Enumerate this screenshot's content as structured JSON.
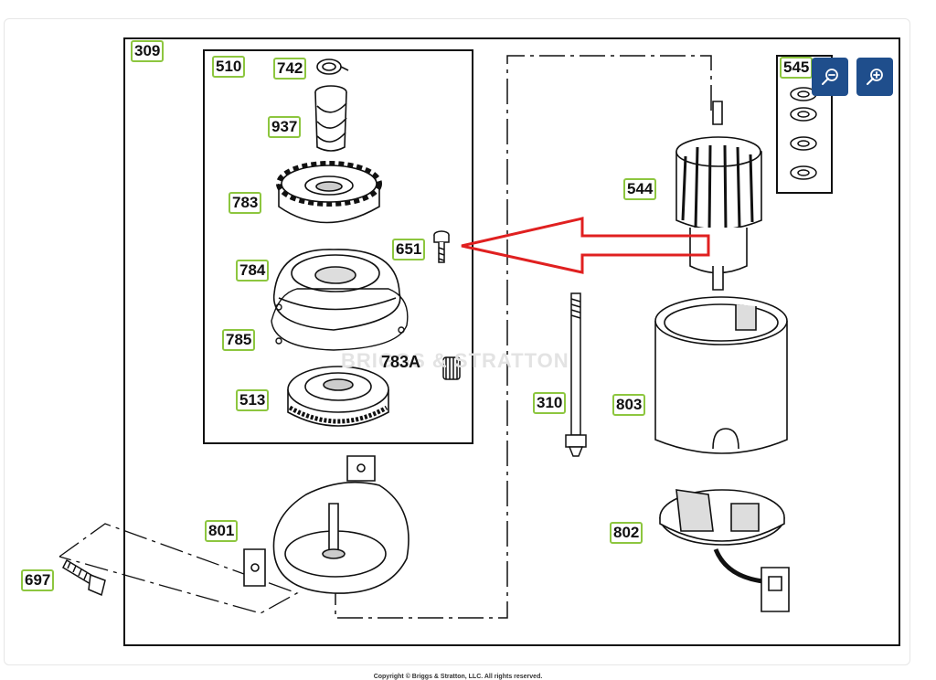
{
  "diagram": {
    "watermark": "BRIGGS & STRATTON",
    "copyright": "Copyright © Briggs & Stratton, LLC. All rights reserved.",
    "parts": [
      {
        "id": "309",
        "label": "309"
      },
      {
        "id": "510",
        "label": "510"
      },
      {
        "id": "742",
        "label": "742"
      },
      {
        "id": "937",
        "label": "937"
      },
      {
        "id": "783",
        "label": "783"
      },
      {
        "id": "651",
        "label": "651"
      },
      {
        "id": "784",
        "label": "784"
      },
      {
        "id": "785",
        "label": "785"
      },
      {
        "id": "513",
        "label": "513"
      },
      {
        "id": "545",
        "label": "545"
      },
      {
        "id": "544",
        "label": "544"
      },
      {
        "id": "310",
        "label": "310"
      },
      {
        "id": "803",
        "label": "803"
      },
      {
        "id": "801",
        "label": "801"
      },
      {
        "id": "802",
        "label": "802"
      },
      {
        "id": "697",
        "label": "697"
      }
    ],
    "unboxed_label": "783A"
  },
  "toolbar": {
    "zoom_out_icon": "zoom-out-icon",
    "zoom_in_icon": "zoom-in-icon",
    "button_color": "#1f4e8c"
  },
  "colors": {
    "callout_border": "#8dc63f",
    "arrow": "#e02020"
  }
}
